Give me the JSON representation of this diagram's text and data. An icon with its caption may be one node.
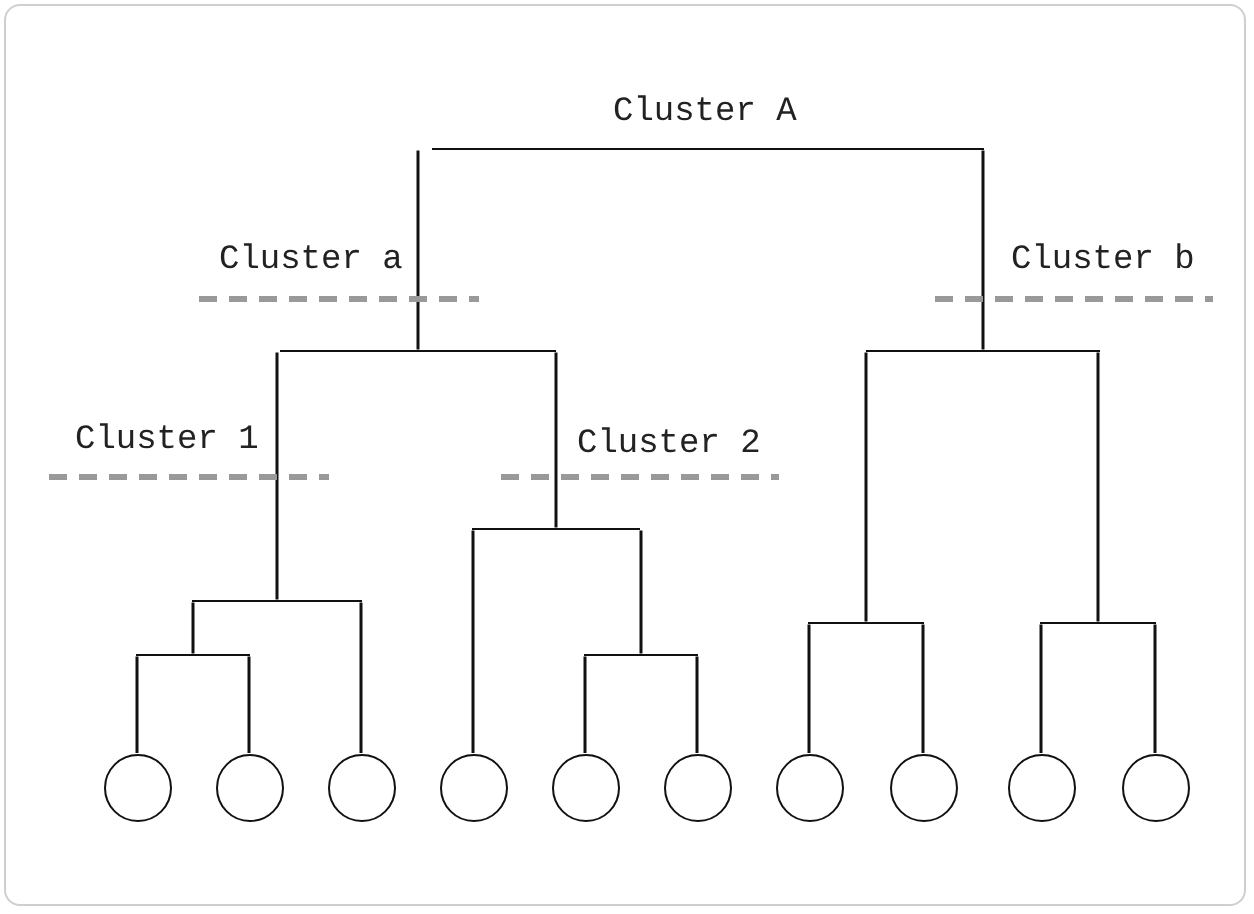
{
  "diagram": {
    "nodes": [
      {
        "text": [],
        "shape": "circle"
      },
      {
        "text": [],
        "shape": "circle"
      },
      {
        "text": [],
        "shape": "circle"
      },
      {
        "text": [],
        "shape": "circle"
      },
      {
        "text": [],
        "shape": "circle"
      },
      {
        "text": [],
        "shape": "circle"
      },
      {
        "text": [],
        "shape": "circle"
      },
      {
        "text": [],
        "shape": "circle"
      },
      {
        "text": [],
        "shape": "circle"
      },
      {
        "text": [],
        "shape": "circle"
      },
      {
        "text": [],
        "shape": "bar"
      },
      {
        "text": [],
        "shape": "bar"
      },
      {
        "text": [],
        "shape": "bar"
      },
      {
        "text": [],
        "shape": "bar"
      },
      {
        "text": [],
        "shape": "bar"
      },
      {
        "text": [],
        "shape": "bar"
      },
      {
        "text": [],
        "shape": "bar"
      },
      {
        "text": [],
        "shape": "bar"
      },
      {
        "text": [],
        "shape": "bar"
      }
    ],
    "edges": [
      {
        "from": 0,
        "to": 10,
        "arrow": "none"
      },
      {
        "from": 1,
        "to": 10,
        "arrow": "none"
      },
      {
        "from": 10,
        "to": 11,
        "arrow": "none"
      },
      {
        "from": 2,
        "to": 11,
        "arrow": "none"
      },
      {
        "from": 4,
        "to": 12,
        "arrow": "none"
      },
      {
        "from": 5,
        "to": 12,
        "arrow": "none"
      },
      {
        "from": 12,
        "to": 13,
        "arrow": "none"
      },
      {
        "from": 3,
        "to": 13,
        "arrow": "none"
      },
      {
        "from": 11,
        "to": 14,
        "arrow": "none"
      },
      {
        "from": 13,
        "to": 14,
        "arrow": "none"
      },
      {
        "from": 6,
        "to": 15,
        "arrow": "none"
      },
      {
        "from": 7,
        "to": 15,
        "arrow": "none"
      },
      {
        "from": 8,
        "to": 16,
        "arrow": "none"
      },
      {
        "from": 9,
        "to": 16,
        "arrow": "none"
      },
      {
        "from": 15,
        "to": 17,
        "arrow": "none"
      },
      {
        "from": 16,
        "to": 17,
        "arrow": "none"
      },
      {
        "from": 14,
        "to": 18,
        "arrow": "none"
      },
      {
        "from": 17,
        "to": 18,
        "arrow": "none"
      }
    ],
    "labels": [
      "Cluster A",
      "Cluster a",
      "Cluster b",
      "Cluster 1",
      "Cluster 2"
    ]
  }
}
